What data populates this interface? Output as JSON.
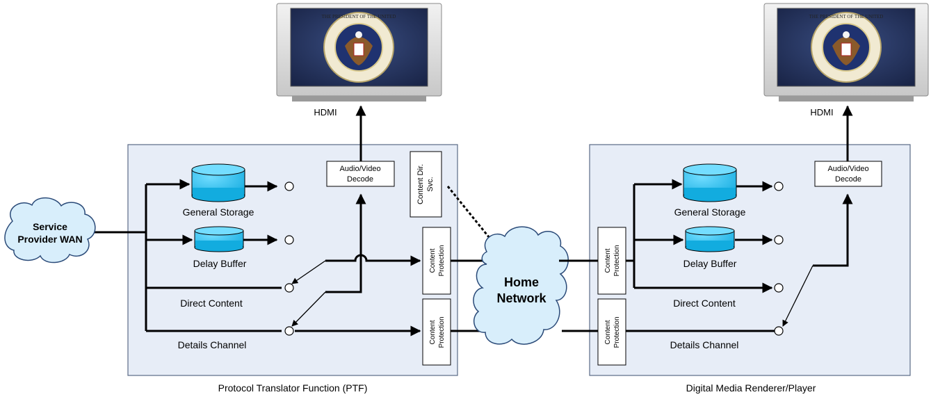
{
  "diagram": {
    "ptf": {
      "title": "Protocol Translator Function (PTF)",
      "general_storage": "General Storage",
      "delay_buffer": "Delay Buffer",
      "direct_content": "Direct Content",
      "details_channel": "Details Channel",
      "av_decode_line1": "Audio/Video",
      "av_decode_line2": "Decode",
      "content_dir_line1": "Content Dir.",
      "content_dir_line2": "Svc.",
      "content_protection_line1": "Content",
      "content_protection_line2": "Protection",
      "hdmi": "HDMI"
    },
    "dmr": {
      "title": "Digital Media Renderer/Player",
      "general_storage": "General Storage",
      "delay_buffer": "Delay Buffer",
      "direct_content": "Direct Content",
      "details_channel": "Details Channel",
      "av_decode_line1": "Audio/Video",
      "av_decode_line2": "Decode",
      "content_protection_line1": "Content",
      "content_protection_line2": "Protection",
      "hdmi": "HDMI"
    },
    "wan_cloud_line1": "Service",
    "wan_cloud_line2": "Provider WAN",
    "home_cloud_line1": "Home",
    "home_cloud_line2": "Network",
    "seal_text": "SEAL OF THE PRESIDENT OF THE UNITED STATES",
    "colors": {
      "panel_fill": "#e7edf7",
      "cylinder_fill": "#19bdf0",
      "cloud_fill": "#d8eefb",
      "screen": "#20305a"
    }
  }
}
